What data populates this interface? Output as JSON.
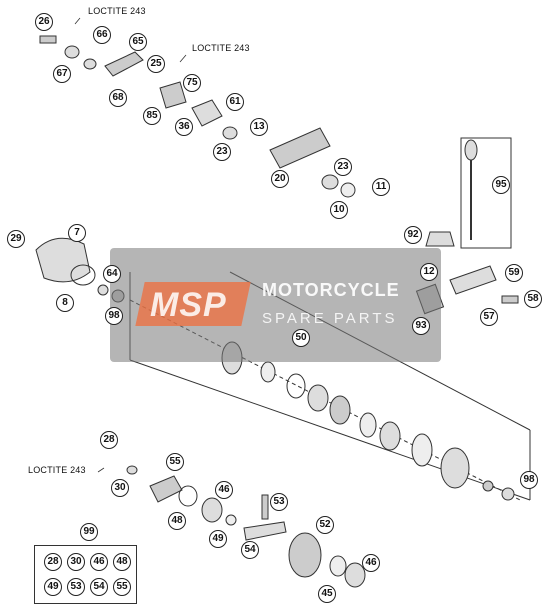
{
  "loctite_labels": [
    "LOCTITE 243",
    "LOCTITE 243",
    "LOCTITE 243"
  ],
  "watermark": {
    "logo": "MSP",
    "title": "MOTORCYCLE",
    "subtitle": "SPARE PARTS"
  },
  "callouts": {
    "c26": "26",
    "c66": "66",
    "c65": "65",
    "c67": "67",
    "c68": "68",
    "c25": "25",
    "c75": "75",
    "c85": "85",
    "c61": "61",
    "c36": "36",
    "c13": "13",
    "c23a": "23",
    "c20": "20",
    "c23b": "23",
    "c10": "10",
    "c11": "11",
    "c95": "95",
    "c92": "92",
    "c29": "29",
    "c7": "7",
    "c64": "64",
    "c8": "8",
    "c98a": "98",
    "c50": "50",
    "c12": "12",
    "c59": "59",
    "c58": "58",
    "c57": "57",
    "c93": "93",
    "c28": "28",
    "c30": "30",
    "c55": "55",
    "c46a": "46",
    "c48": "48",
    "c49": "49",
    "c53": "53",
    "c54": "54",
    "c52": "52",
    "c46b": "46",
    "c45": "45",
    "c98b": "98",
    "c99": "99"
  },
  "kit": [
    "28",
    "30",
    "46",
    "48",
    "49",
    "53",
    "54",
    "55"
  ]
}
